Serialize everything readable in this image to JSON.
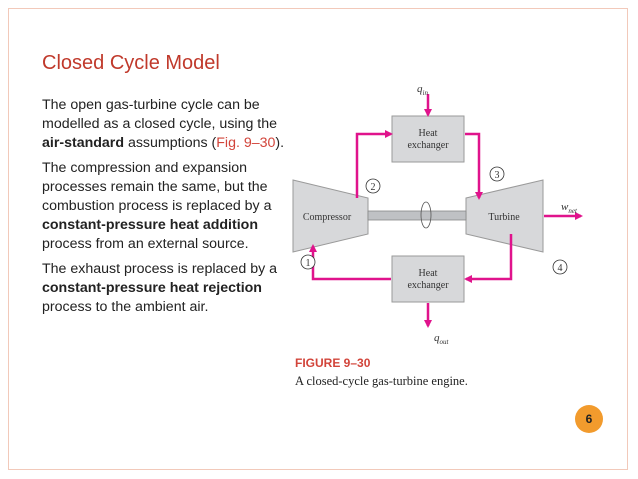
{
  "slide": {
    "title": "Closed Cycle Model",
    "page_number": "6",
    "para1": {
      "t1": "The open gas-turbine cycle can be modelled as a closed cycle, using the ",
      "bold": "air-standard",
      "t2": " assumptions (",
      "link": "Fig. 9–30",
      "t3": ")."
    },
    "para2": {
      "t1": "The compression and expansion processes remain the same, but the combustion process is replaced by a ",
      "bold": "constant-pressure heat addition",
      "t2": " process from an external source."
    },
    "para3": {
      "t1": "The exhaust process is replaced by a ",
      "bold": "constant-pressure heat rejection",
      "t2": " process to the ambient air."
    }
  },
  "figure": {
    "q_in": "q",
    "q_in_sub": "in",
    "q_out": "q",
    "q_out_sub": "out",
    "w_net": "w",
    "w_net_sub": "net",
    "hx_top_line1": "Heat",
    "hx_top_line2": "exchanger",
    "hx_bottom_line1": "Heat",
    "hx_bottom_line2": "exchanger",
    "compressor": "Compressor",
    "turbine": "Turbine",
    "state1": "1",
    "state2": "2",
    "state3": "3",
    "state4": "4",
    "caption_label": "FIGURE 9–30",
    "caption_text": "A closed-cycle gas-turbine engine.",
    "colors": {
      "flow": "#e0138c",
      "caption": "#d2443a",
      "device": "#d7d8da"
    }
  }
}
